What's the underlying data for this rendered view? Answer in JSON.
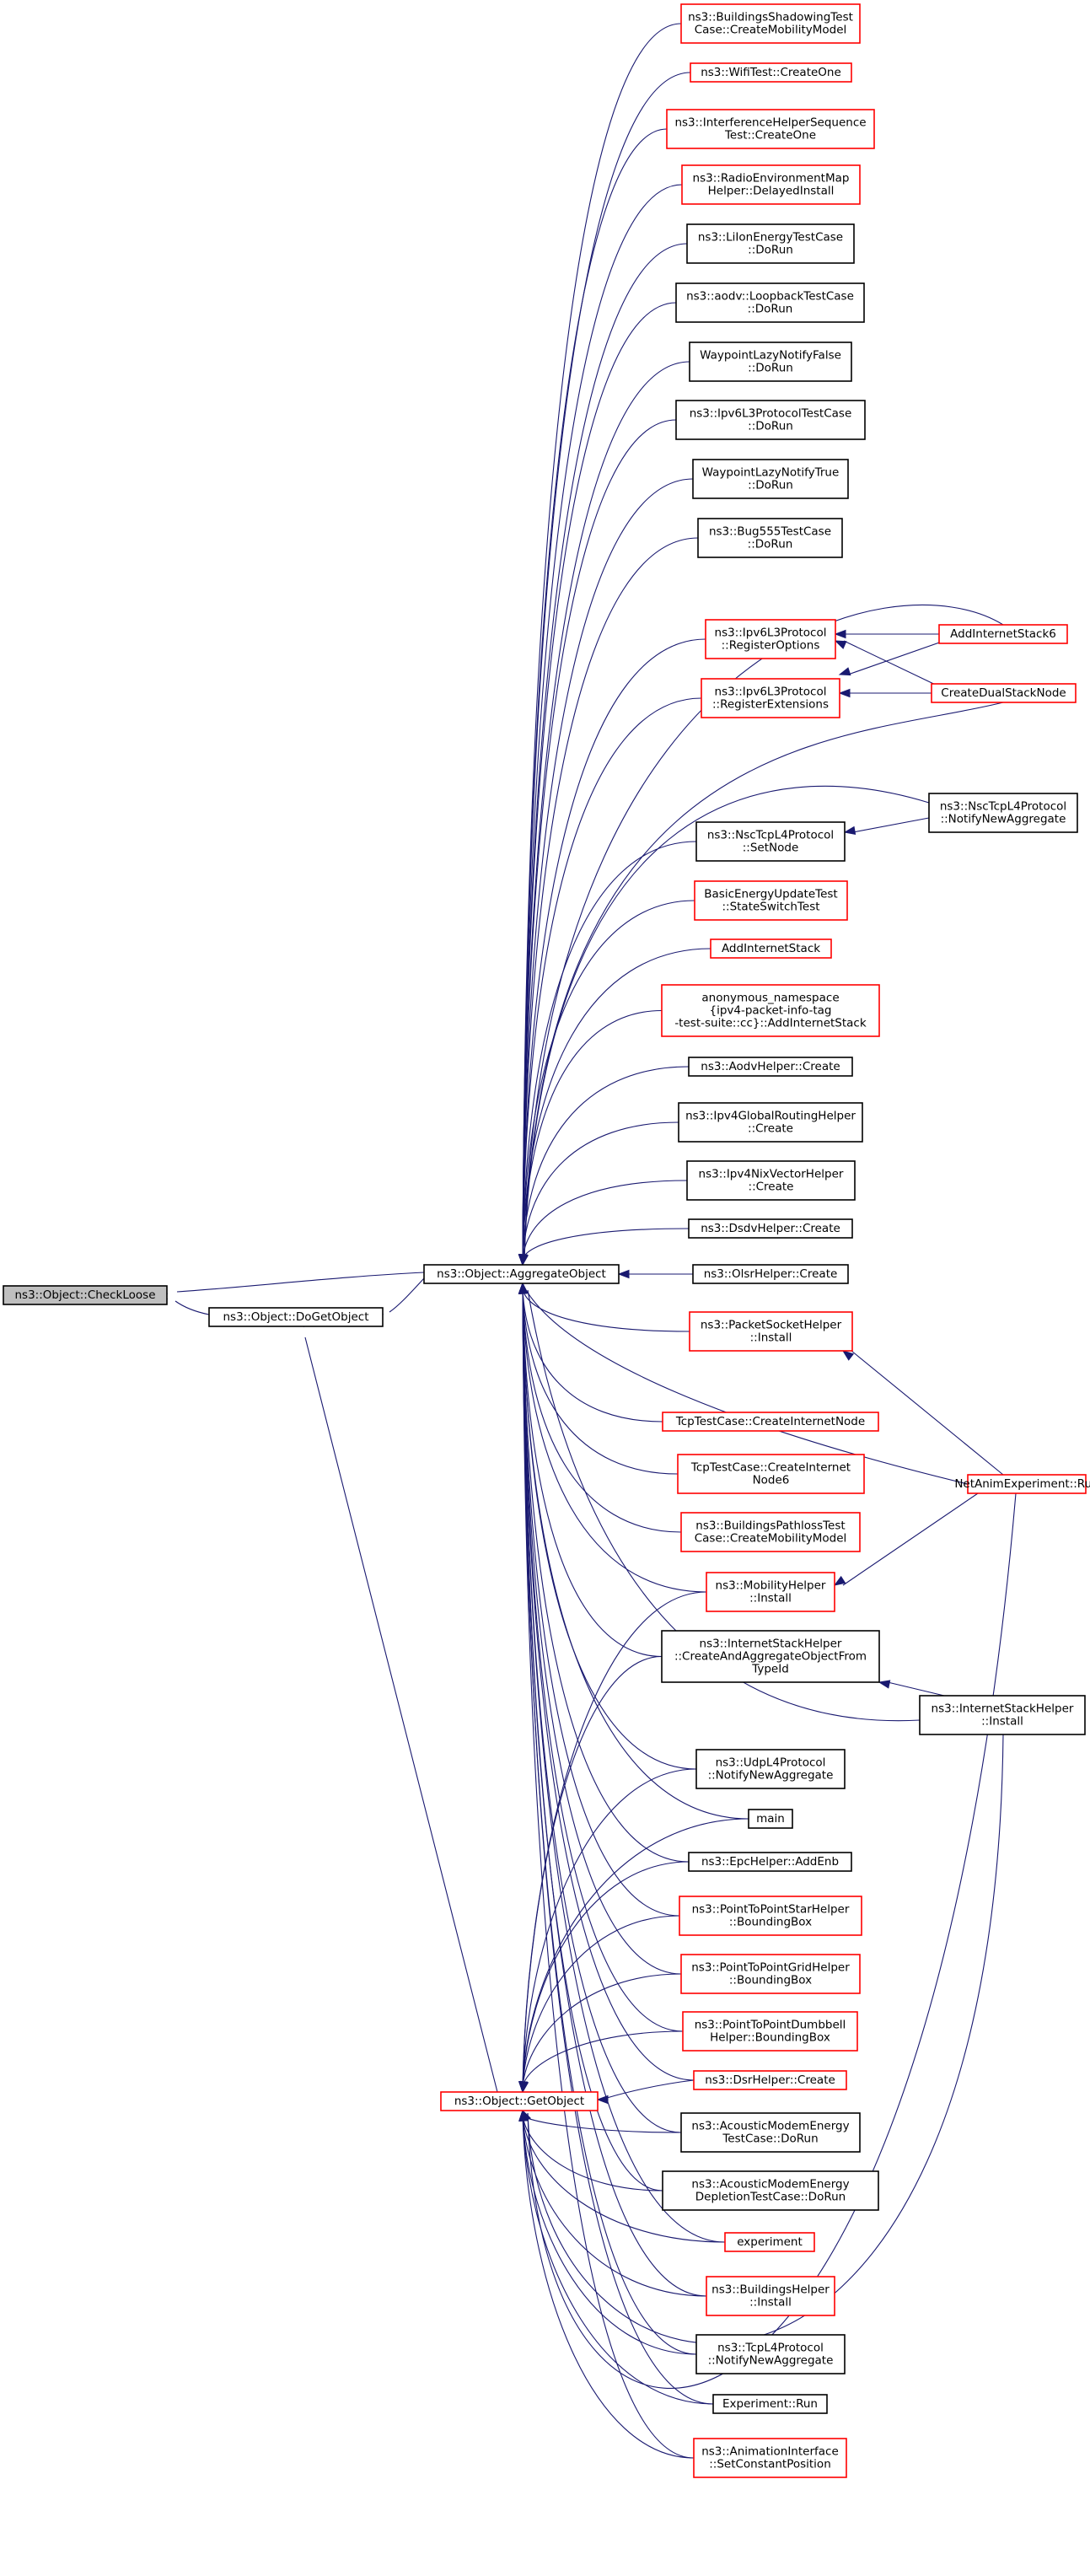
{
  "graph": {
    "nodes": [
      {
        "id": "checkloose",
        "lines": [
          "ns3::Object::CheckLoose"
        ],
        "color": "root"
      },
      {
        "id": "dogetobject",
        "lines": [
          "ns3::Object::DoGetObject"
        ],
        "color": "black"
      },
      {
        "id": "aggregateobject",
        "lines": [
          "ns3::Object::AggregateObject"
        ],
        "color": "black"
      },
      {
        "id": "getobject",
        "lines": [
          "ns3::Object::GetObject"
        ],
        "color": "red"
      },
      {
        "id": "buildingsshadowing",
        "lines": [
          "ns3::BuildingsShadowingTest",
          "Case::CreateMobilityModel"
        ],
        "color": "red"
      },
      {
        "id": "wifitest",
        "lines": [
          "ns3::WifiTest::CreateOne"
        ],
        "color": "red"
      },
      {
        "id": "interferencehelper",
        "lines": [
          "ns3::InterferenceHelperSequence",
          "Test::CreateOne"
        ],
        "color": "red"
      },
      {
        "id": "radioenvmap",
        "lines": [
          "ns3::RadioEnvironmentMap",
          "Helper::DelayedInstall"
        ],
        "color": "red"
      },
      {
        "id": "liionenergy",
        "lines": [
          "ns3::LiIonEnergyTestCase",
          "::DoRun"
        ],
        "color": "black"
      },
      {
        "id": "aodvloopback",
        "lines": [
          "ns3::aodv::LoopbackTestCase",
          "::DoRun"
        ],
        "color": "black"
      },
      {
        "id": "waypointfalse",
        "lines": [
          "WaypointLazyNotifyFalse",
          "::DoRun"
        ],
        "color": "black"
      },
      {
        "id": "ipv6l3testcase",
        "lines": [
          "ns3::Ipv6L3ProtocolTestCase",
          "::DoRun"
        ],
        "color": "black"
      },
      {
        "id": "waypointtrue",
        "lines": [
          "WaypointLazyNotifyTrue",
          "::DoRun"
        ],
        "color": "black"
      },
      {
        "id": "bug555",
        "lines": [
          "ns3::Bug555TestCase",
          "::DoRun"
        ],
        "color": "black"
      },
      {
        "id": "ipv6registeroptions",
        "lines": [
          "ns3::Ipv6L3Protocol",
          "::RegisterOptions"
        ],
        "color": "red"
      },
      {
        "id": "ipv6registerext",
        "lines": [
          "ns3::Ipv6L3Protocol",
          "::RegisterExtensions"
        ],
        "color": "red"
      },
      {
        "id": "nsctcpsetnode",
        "lines": [
          "ns3::NscTcpL4Protocol",
          "::SetNode"
        ],
        "color": "black"
      },
      {
        "id": "basicenergy",
        "lines": [
          "BasicEnergyUpdateTest",
          "::StateSwitchTest"
        ],
        "color": "red"
      },
      {
        "id": "addinternetstack",
        "lines": [
          "AddInternetStack"
        ],
        "color": "red"
      },
      {
        "id": "anonymousns",
        "lines": [
          "anonymous_namespace",
          "{ipv4-packet-info-tag",
          "-test-suite::cc}::AddInternetStack"
        ],
        "color": "red"
      },
      {
        "id": "aodvhelper",
        "lines": [
          "ns3::AodvHelper::Create"
        ],
        "color": "black"
      },
      {
        "id": "ipv4globalrouting",
        "lines": [
          "ns3::Ipv4GlobalRoutingHelper",
          "::Create"
        ],
        "color": "black"
      },
      {
        "id": "ipv4nixvector",
        "lines": [
          "ns3::Ipv4NixVectorHelper",
          "::Create"
        ],
        "color": "black"
      },
      {
        "id": "dsdvhelper",
        "lines": [
          "ns3::DsdvHelper::Create"
        ],
        "color": "black"
      },
      {
        "id": "olsrhelper",
        "lines": [
          "ns3::OlsrHelper::Create"
        ],
        "color": "black"
      },
      {
        "id": "packetsocket",
        "lines": [
          "ns3::PacketSocketHelper",
          "::Install"
        ],
        "color": "red"
      },
      {
        "id": "tcpinternetnode",
        "lines": [
          "TcpTestCase::CreateInternetNode"
        ],
        "color": "red"
      },
      {
        "id": "tcpinternetnode6",
        "lines": [
          "TcpTestCase::CreateInternet",
          "Node6"
        ],
        "color": "red"
      },
      {
        "id": "buildingspathloss",
        "lines": [
          "ns3::BuildingsPathlossTest",
          "Case::CreateMobilityModel"
        ],
        "color": "red"
      },
      {
        "id": "mobilityhelper",
        "lines": [
          "ns3::MobilityHelper",
          "::Install"
        ],
        "color": "red"
      },
      {
        "id": "internetstackcreate",
        "lines": [
          "ns3::InternetStackHelper",
          "::CreateAndAggregateObjectFrom",
          "TypeId"
        ],
        "color": "black"
      },
      {
        "id": "udpl4",
        "lines": [
          "ns3::UdpL4Protocol",
          "::NotifyNewAggregate"
        ],
        "color": "black"
      },
      {
        "id": "main",
        "lines": [
          "main"
        ],
        "color": "black"
      },
      {
        "id": "epchelper",
        "lines": [
          "ns3::EpcHelper::AddEnb"
        ],
        "color": "black"
      },
      {
        "id": "p2pstar",
        "lines": [
          "ns3::PointToPointStarHelper",
          "::BoundingBox"
        ],
        "color": "red"
      },
      {
        "id": "p2pgrid",
        "lines": [
          "ns3::PointToPointGridHelper",
          "::BoundingBox"
        ],
        "color": "red"
      },
      {
        "id": "p2pdumbbell",
        "lines": [
          "ns3::PointToPointDumbbell",
          "Helper::BoundingBox"
        ],
        "color": "red"
      },
      {
        "id": "dsrhelper",
        "lines": [
          "ns3::DsrHelper::Create"
        ],
        "color": "red"
      },
      {
        "id": "acousticenergy",
        "lines": [
          "ns3::AcousticModemEnergy",
          "TestCase::DoRun"
        ],
        "color": "black"
      },
      {
        "id": "acousticdepletion",
        "lines": [
          "ns3::AcousticModemEnergy",
          "DepletionTestCase::DoRun"
        ],
        "color": "black"
      },
      {
        "id": "experiment",
        "lines": [
          "experiment"
        ],
        "color": "red"
      },
      {
        "id": "buildingshelper",
        "lines": [
          "ns3::BuildingsHelper",
          "::Install"
        ],
        "color": "red"
      },
      {
        "id": "tcpl4",
        "lines": [
          "ns3::TcpL4Protocol",
          "::NotifyNewAggregate"
        ],
        "color": "black"
      },
      {
        "id": "experimentrun",
        "lines": [
          "Experiment::Run"
        ],
        "color": "black"
      },
      {
        "id": "animationiface",
        "lines": [
          "ns3::AnimationInterface",
          "::SetConstantPosition"
        ],
        "color": "red"
      },
      {
        "id": "addinternetstack6",
        "lines": [
          "AddInternetStack6"
        ],
        "color": "red"
      },
      {
        "id": "createdualstack",
        "lines": [
          "CreateDualStackNode"
        ],
        "color": "red"
      },
      {
        "id": "nsctcpnotify",
        "lines": [
          "ns3::NscTcpL4Protocol",
          "::NotifyNewAggregate"
        ],
        "color": "black"
      },
      {
        "id": "netanimrun",
        "lines": [
          "NetAnimExperiment::Run"
        ],
        "color": "red"
      },
      {
        "id": "internetstackinstall",
        "lines": [
          "ns3::InternetStackHelper",
          "::Install"
        ],
        "color": "black"
      }
    ]
  }
}
